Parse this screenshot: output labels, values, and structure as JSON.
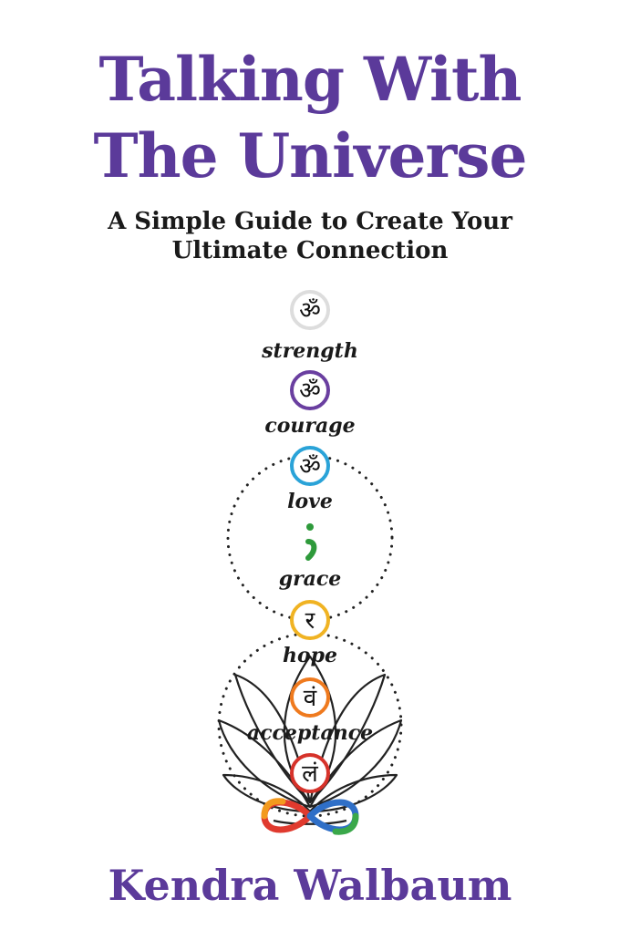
{
  "cover": {
    "title_line1": "Talking With",
    "title_line2": "The Universe",
    "subtitle_line1": "A Simple Guide to Create Your",
    "subtitle_line2": "Ultimate Connection",
    "author": "Kendra Walbaum"
  },
  "chakra_column": {
    "words": [
      "strength",
      "courage",
      "love",
      "grace",
      "hope",
      "acceptance"
    ],
    "symbols": [
      {
        "name": "om-crown-icon",
        "glyph": "ॐ",
        "color": "#dddddd"
      },
      {
        "name": "om-third-eye-icon",
        "glyph": "ॐ",
        "color": "#6a3fa0"
      },
      {
        "name": "ham-throat-icon",
        "glyph": "ॐ",
        "color": "#2aa3d8"
      },
      {
        "name": "yam-heart-icon",
        "glyph": ";",
        "color": "#2e9a3b"
      },
      {
        "name": "ram-solar-plexus-icon",
        "glyph": "र",
        "color": "#f0b323"
      },
      {
        "name": "vam-sacral-icon",
        "glyph": "वं",
        "color": "#ef7a1e"
      },
      {
        "name": "lam-root-icon",
        "glyph": "लं",
        "color": "#d6322a"
      }
    ],
    "colors": {
      "title": "#5b3a9a",
      "infinity_red": "#e03a2e",
      "infinity_orange": "#f39a1e",
      "infinity_green": "#3aa84a",
      "infinity_blue": "#2f6fc7"
    }
  }
}
